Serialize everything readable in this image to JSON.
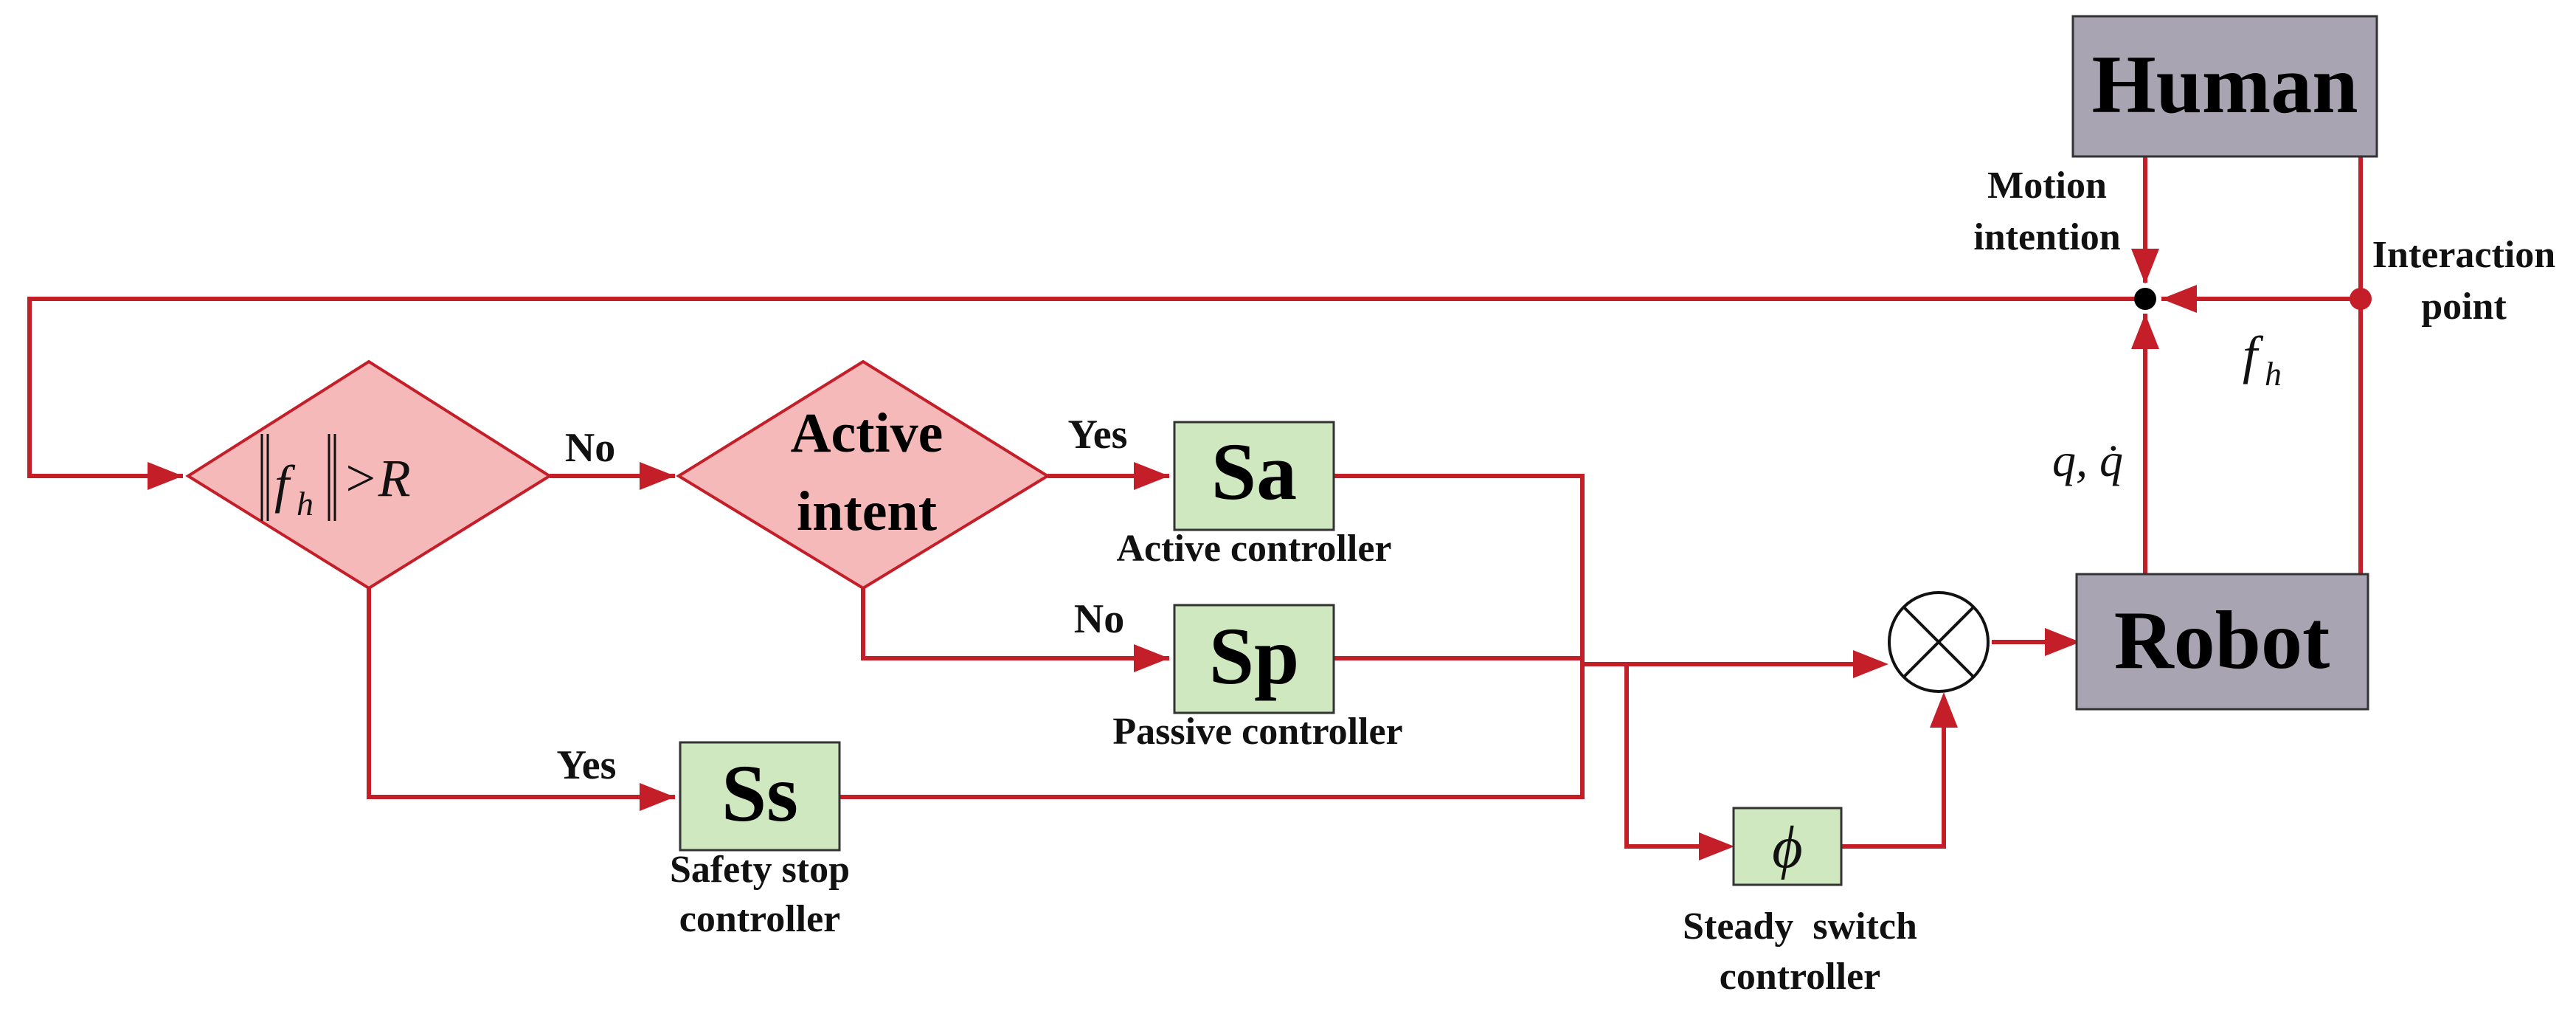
{
  "colors": {
    "wire": "#c41e28",
    "decision_fill": "#f6b9ba",
    "controller_fill": "#cfe8bf",
    "block_fill": "#a9a4b2",
    "junction_dot": "#000000",
    "interaction_dot": "#c41e28"
  },
  "blocks": {
    "human": "Human",
    "robot": "Robot",
    "sa": "Sa",
    "sp": "Sp",
    "ss": "Ss",
    "phi": "ϕ"
  },
  "decisions": {
    "threshold": {
      "symbol": "f",
      "subscript": "h",
      "relation": ">R"
    },
    "active_intent": {
      "line1": "Active",
      "line2": "intent"
    }
  },
  "branch_labels": {
    "threshold_no": "No",
    "threshold_yes": "Yes",
    "intent_yes": "Yes",
    "intent_no": "No"
  },
  "captions": {
    "active_controller": "Active controller",
    "passive_controller": "Passive controller",
    "safety_stop": {
      "line1": "Safety stop",
      "line2": "controller"
    },
    "steady_switch": {
      "line1": "Steady  switch",
      "line2": "controller"
    },
    "motion_intention": {
      "line1": "Motion",
      "line2": "intention"
    },
    "interaction_point": {
      "line1": "Interaction",
      "line2": "point"
    }
  },
  "signals": {
    "force": {
      "symbol": "f",
      "subscript": "h"
    },
    "state": "q, q̇"
  },
  "icons": {
    "multiplier": "circled-cross-icon",
    "arrowhead": "arrowhead-icon"
  }
}
